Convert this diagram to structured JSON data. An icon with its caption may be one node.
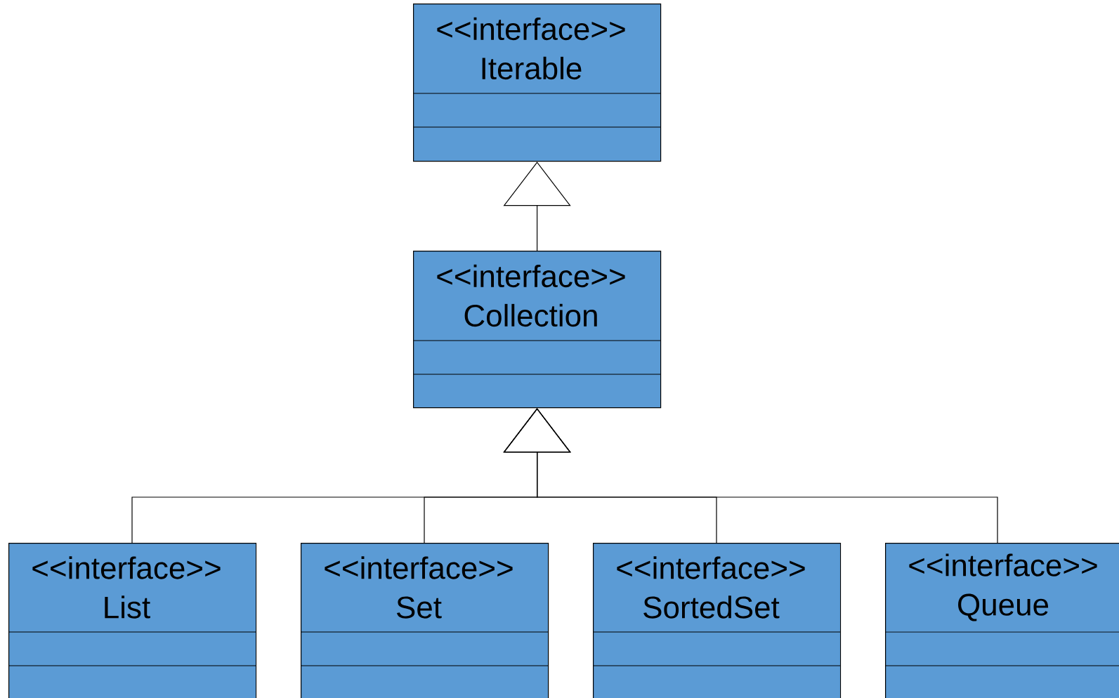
{
  "diagram": {
    "nodes": [
      {
        "text": [
          "<<interface>>",
          "Iterable"
        ]
      },
      {
        "text": [
          "<<interface>>",
          "Collection"
        ]
      },
      {
        "text": [
          "<<interface>>",
          "List"
        ]
      },
      {
        "text": [
          "<<interface>>",
          "Set"
        ]
      },
      {
        "text": [
          "<<interface>>",
          "SortedSet"
        ]
      },
      {
        "text": [
          "<<interface>>",
          "Queue"
        ]
      }
    ],
    "edges": [
      {
        "from": 1,
        "to": 0,
        "arrow": "to"
      },
      {
        "from": 2,
        "to": 1,
        "arrow": "to"
      },
      {
        "from": 3,
        "to": 1,
        "arrow": "to"
      },
      {
        "from": 4,
        "to": 1,
        "arrow": "to"
      },
      {
        "from": 5,
        "to": 1,
        "arrow": "to"
      }
    ]
  }
}
